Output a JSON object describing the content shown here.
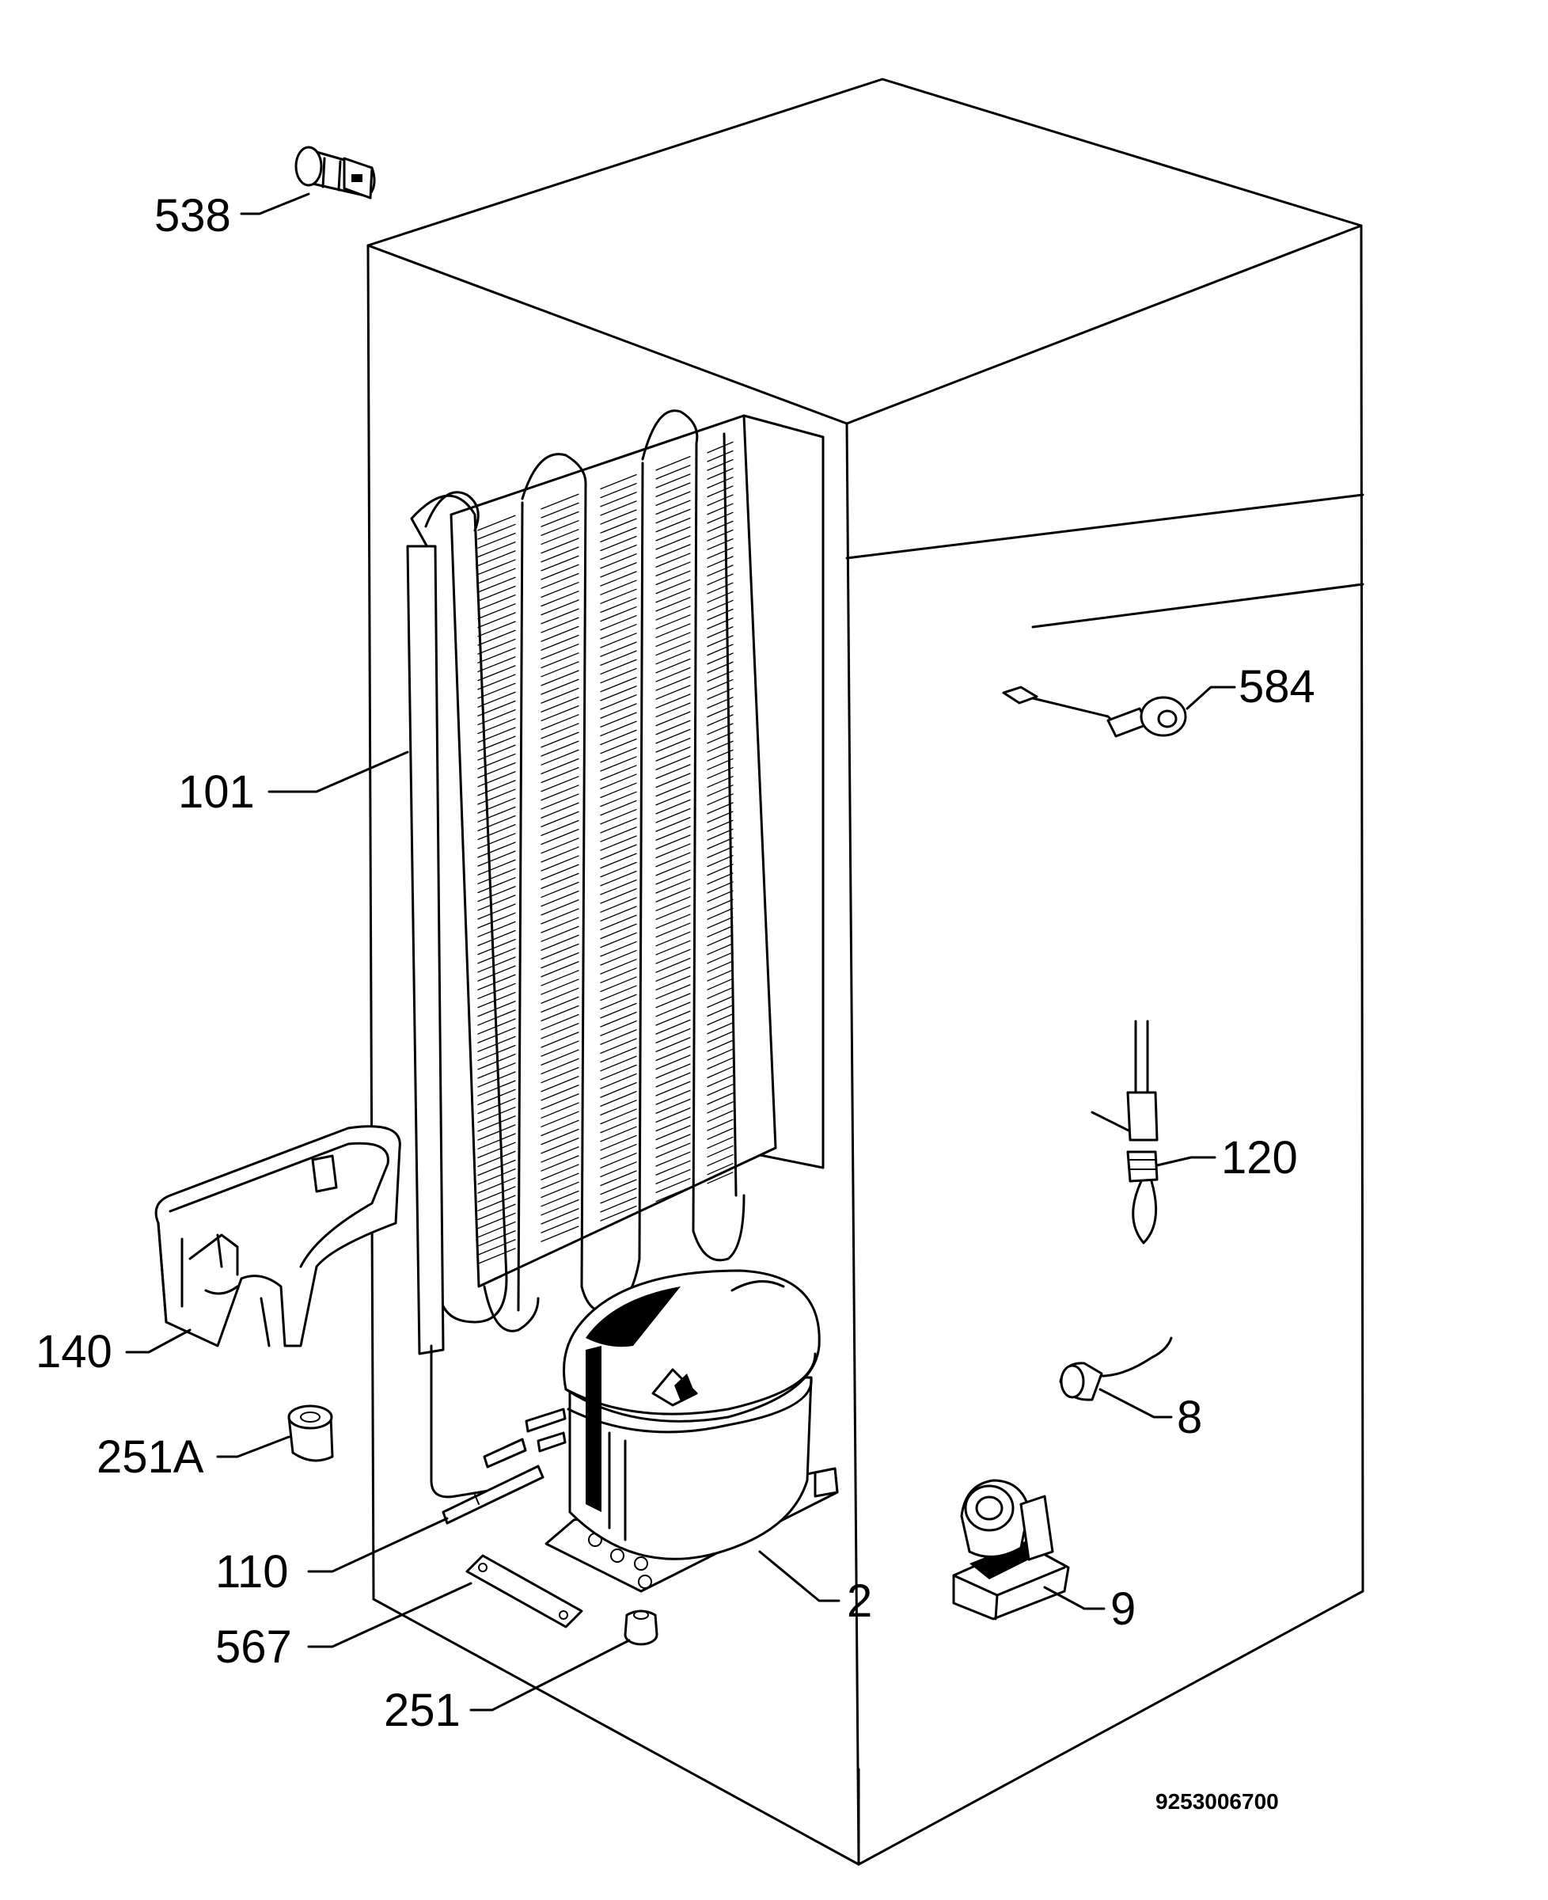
{
  "drawing_number": "9253006700",
  "parts": [
    {
      "id": "538"
    },
    {
      "id": "101"
    },
    {
      "id": "584"
    },
    {
      "id": "120"
    },
    {
      "id": "140"
    },
    {
      "id": "8"
    },
    {
      "id": "251A"
    },
    {
      "id": "110"
    },
    {
      "id": "2"
    },
    {
      "id": "9"
    },
    {
      "id": "567"
    },
    {
      "id": "251"
    }
  ]
}
